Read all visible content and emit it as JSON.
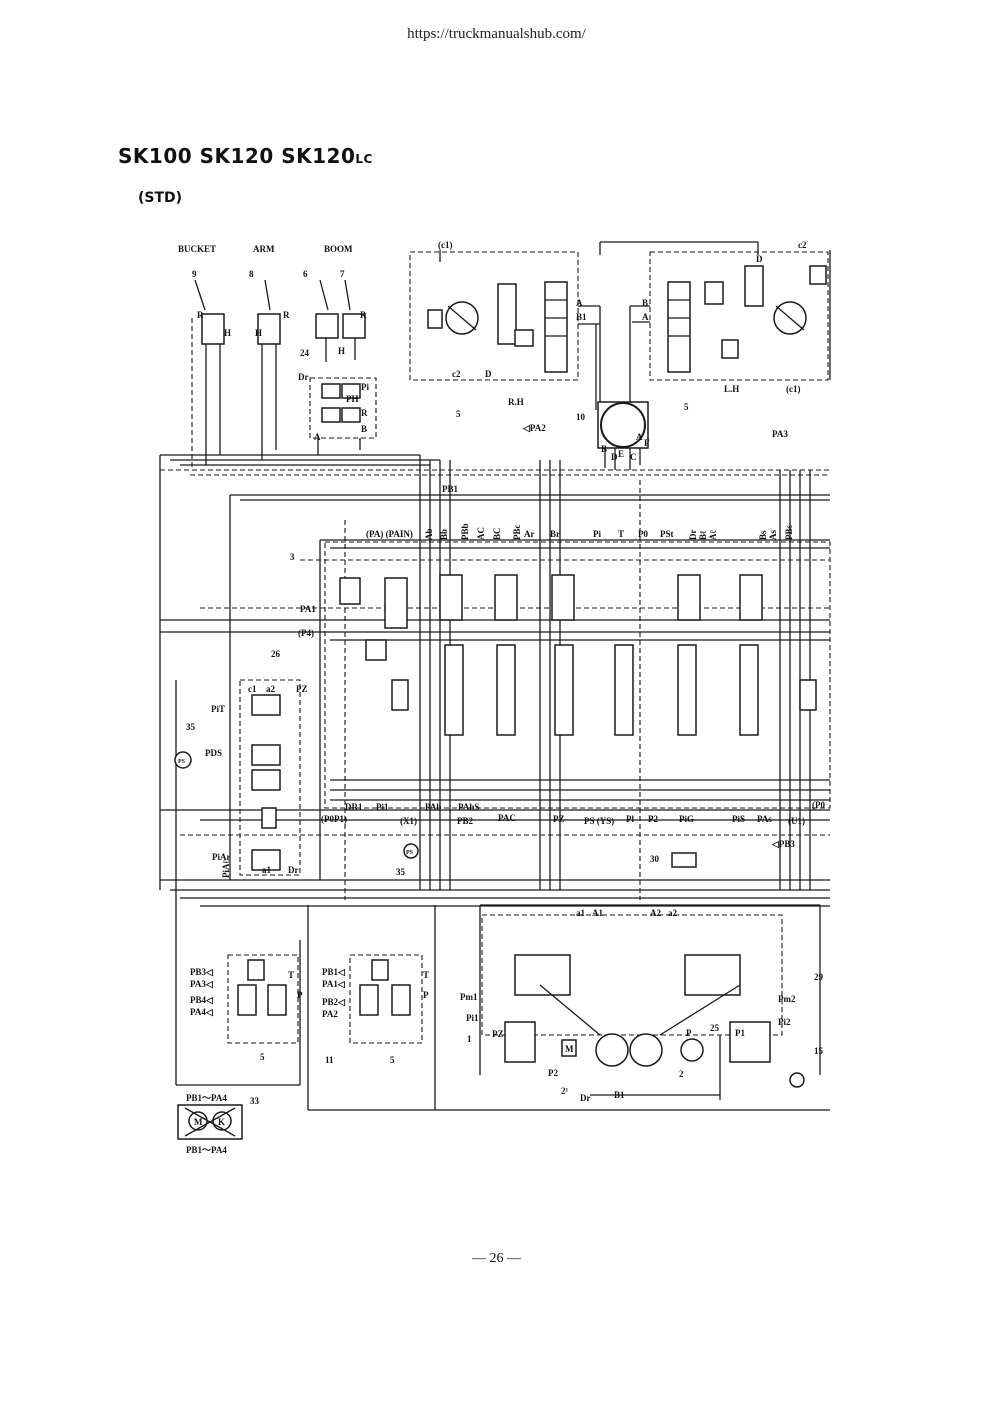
{
  "header": {
    "url": "https://truckmanualshub.com/"
  },
  "title": {
    "models": "SK100  SK120  SK120",
    "suffix": "LC",
    "variant": "(STD)"
  },
  "footer": {
    "page": "— 26 —"
  },
  "diagram": {
    "labels": {
      "bucket": "BUCKET",
      "arm": "ARM",
      "boom": "BOOM",
      "n9": "9",
      "n8": "8",
      "n6": "6",
      "n7": "7",
      "n24": "24",
      "n3": "3",
      "n26": "26",
      "n35a": "35",
      "n35b": "35",
      "n10": "10",
      "n5a": "5",
      "n5b": "5",
      "n30": "30",
      "n33": "33",
      "n11": "11",
      "n5c": "5",
      "n5d": "5",
      "n1": "1",
      "n2a": "2",
      "n2b": "2",
      "n21": "2¹",
      "n25": "25",
      "n15": "15",
      "n29": "29",
      "R1": "R",
      "H1": "H",
      "H2": "H",
      "R2": "R",
      "R3": "R",
      "H3": "H",
      "c1a": "(c1)",
      "c2a": "c2",
      "c2b": "c2",
      "c1b": "(c1)",
      "RH": "R.H",
      "LH": "L.H",
      "A1": "A",
      "B1": "B1",
      "B2": "B",
      "A2": "A",
      "D1": "D",
      "D2": "D",
      "PA2": "◁PA2",
      "PA3": "PA3",
      "PB1": "PB1",
      "sw_A": "A",
      "sw_B": "B",
      "sw_D": "D",
      "sw_E": "E",
      "sw_C": "C",
      "sw_F": "F",
      "Dr": "Dr",
      "Pi": "Pi",
      "PH": "PH",
      "vR": "R",
      "vA": "A",
      "vB": "B",
      "PA_PAIN": "(PA) (PAIN)",
      "Ab": "Ab",
      "Bb": "Bb",
      "PBb": "PBb",
      "AC": "AC",
      "BC": "BC",
      "PBc": "PBc",
      "Ar": "Ar",
      "Br": "Br",
      "Pi_top": "Pi",
      "T": "T",
      "P0": "P0",
      "PSt": "PSt",
      "Dr_top": "Dr",
      "Bl": "Bℓ",
      "Al": "Aℓ",
      "Bs": "Bs",
      "As": "As",
      "PBs": "PBs",
      "PA1": "PA1",
      "P4": "(P4)",
      "a2": "a2",
      "PZ": "PZ",
      "PiT": "PiT",
      "PDS": "PDS",
      "c1": "c1",
      "a1": "a1",
      "Dr_low": "Dr",
      "PiAr": "PiAr",
      "PiAl": "PiAℓ",
      "DR1": "DR1",
      "Pi1": "Pi1",
      "PAb": "PAb",
      "PAbS": "PAbS",
      "P0P1": "(P0P1)",
      "X1": "(X1)",
      "PB2": "PB2",
      "PAC": "PAC",
      "PZ2": "PZ",
      "PS_YS": "PS (YS)",
      "Pl": "Pl",
      "P2": "P2",
      "PiG": "PiG",
      "PiS": "PiS",
      "PAs": "PAs",
      "U1": "(U1)",
      "P0r": "(P0",
      "PB3": "◁PB3",
      "a1b": "a1",
      "A1b": "A1",
      "A2b": "A2",
      "a2b": "a2",
      "Pm1": "Pm1",
      "Pi1b": "Pi1",
      "PZ3": "PZ",
      "M": "M",
      "P": "P",
      "Pm2": "Pm2",
      "Pi2": "Pi2",
      "P1": "P1",
      "P2b": "P2",
      "Dr2": "Dr",
      "PB3l": "PB3◁",
      "PA3l": "PA3◁",
      "PB4": "PB4◁",
      "PA4": "PA4◁",
      "PB1l": "PB1◁",
      "PA1l": "PA1◁",
      "PB2l": "PB2◁",
      "PA2l": "PA2",
      "Tl": "T",
      "Pl1": "P",
      "Tr": "T",
      "Pr": "P",
      "mk_top": "PB1～PA4",
      "mk_bot": "PB1～PA4",
      "mk_M": "M",
      "mk_K": "K",
      "ps1": "PS",
      "ps2": "PS"
    }
  }
}
